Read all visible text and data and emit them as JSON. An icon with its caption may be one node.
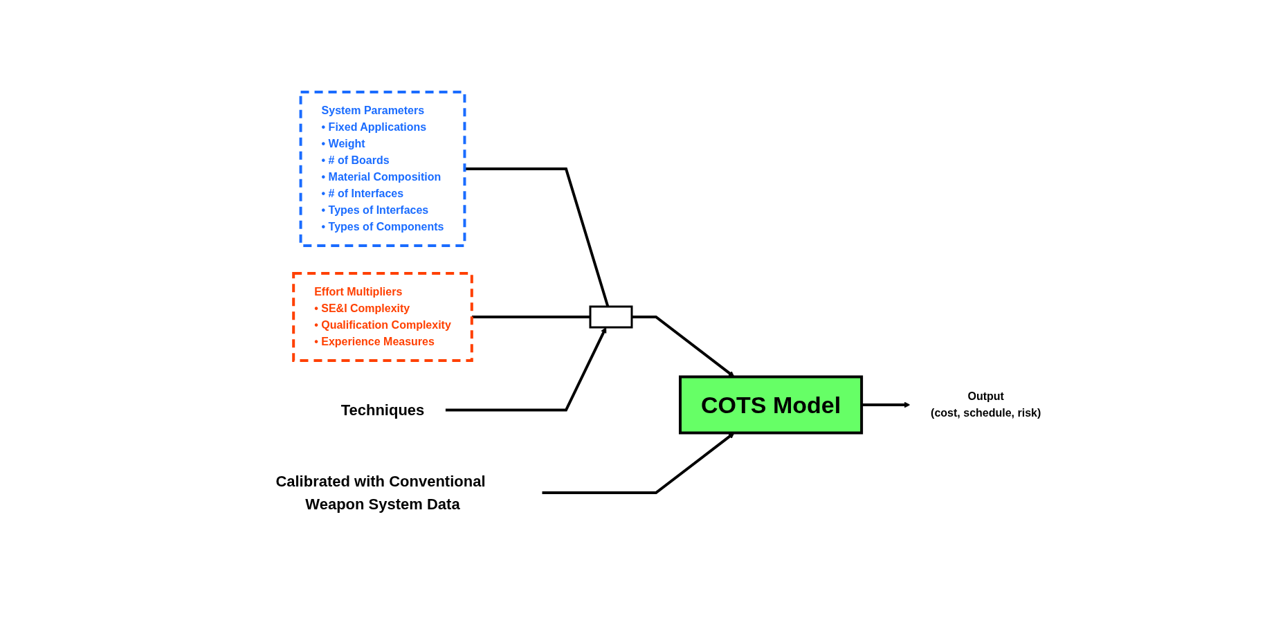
{
  "diagram": {
    "nodes": [
      {
        "text": [
          "System Parameters",
          "• Fixed Applications",
          "• Weight",
          "• # of Boards",
          "• Material Composition",
          "• # of Interfaces",
          "• Types of Interfaces",
          "• Types of Components"
        ]
      },
      {
        "text": [
          "Effort Multipliers",
          "• SE&I Complexity",
          "• Qualification Complexity",
          "• Experience Measures"
        ]
      },
      {
        "text": [],
        "shape": "box"
      },
      {
        "text": [
          "COTS Model"
        ]
      },
      {
        "text": [
          "Calibrated with Conventional Weapon System Data"
        ]
      },
      {
        "text": [
          "Output",
          "(cost, schedule, risk)"
        ]
      },
      {
        "text": [
          "Techniques"
        ]
      }
    ],
    "edges": [
      {
        "from": 0,
        "to": 2,
        "arrow": "none"
      },
      {
        "from": 1,
        "to": 2,
        "arrow": "none"
      },
      {
        "from": 2,
        "to": 3,
        "arrow": "to"
      },
      {
        "from": 4,
        "to": 3,
        "arrow": "to"
      },
      {
        "from": 3,
        "to": 5,
        "arrow": "to"
      },
      {
        "from": 6,
        "to": 2,
        "arrow": "to"
      }
    ]
  }
}
